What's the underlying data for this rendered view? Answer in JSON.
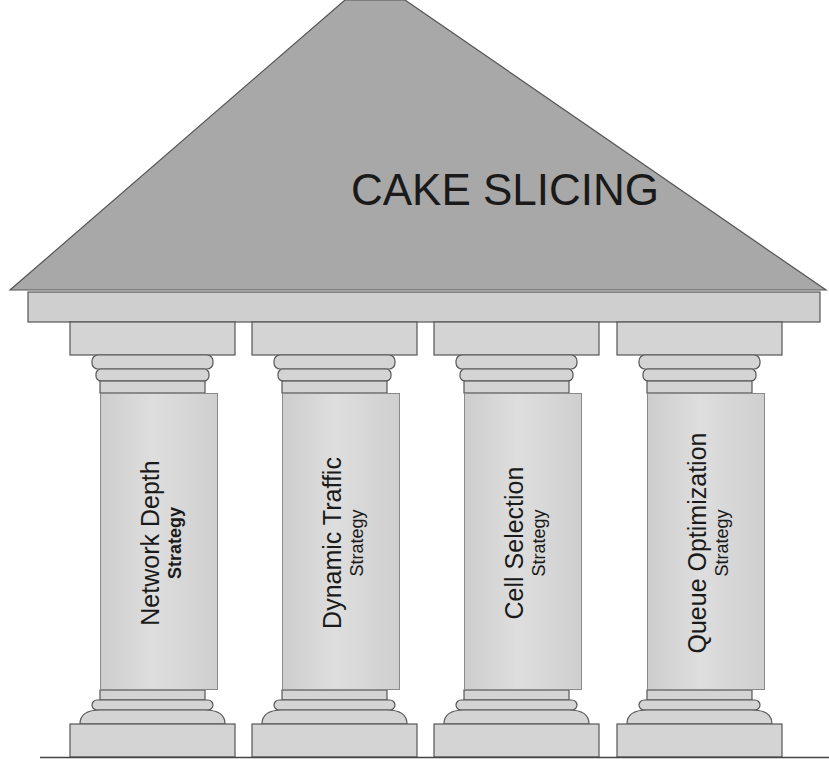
{
  "diagram": {
    "nodes": [
      {
        "text": [
          "CAKE SLICING"
        ]
      },
      {
        "text": [
          "Network Depth",
          "Strategy"
        ]
      },
      {
        "text": [
          "Dynamic Traffic",
          "Strategy"
        ]
      },
      {
        "text": [
          "Cell Selection",
          "Strategy"
        ]
      },
      {
        "text": [
          "Queue Optimization",
          "Strategy"
        ]
      }
    ]
  }
}
